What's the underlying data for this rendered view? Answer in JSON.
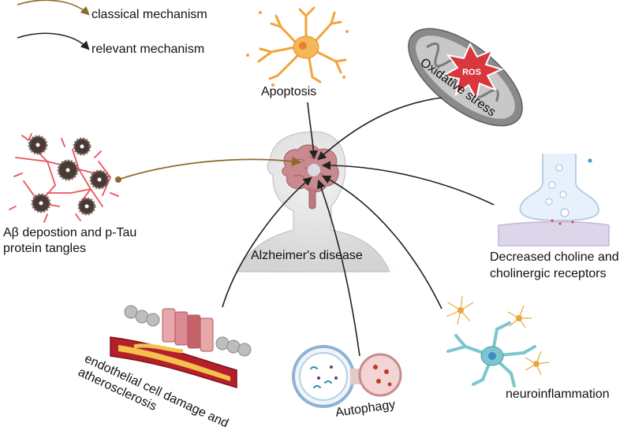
{
  "legend": {
    "classical": {
      "label": "classical mechanism",
      "color": "#8b6b2a"
    },
    "relevant": {
      "label": "relevant mechanism",
      "color": "#222222"
    }
  },
  "center": {
    "label": "Alzheimer's disease"
  },
  "nodes": {
    "apoptosis": {
      "label": "Apoptosis"
    },
    "oxidative": {
      "label": "Oxidative stress",
      "badge": "ROS"
    },
    "abeta": {
      "line1": "Aβ depostion and p-Tau",
      "line2": "protein tangles"
    },
    "choline": {
      "line1": "Decreased choline and",
      "line2": "cholinergic receptors"
    },
    "endothelial": {
      "line1": "endothelial cell damage and",
      "line2": "atherosclerosis"
    },
    "autophagy": {
      "label": "Autophagy"
    },
    "neuro": {
      "label": "neuroinflammation"
    }
  },
  "colors": {
    "neuron_orange": "#f2a33c",
    "glia_blue": "#7cc6cf",
    "mito_gray": "#8a8a8a",
    "ros_red": "#d9363e",
    "brain_pink": "#c98a8f",
    "head_gray": "#dcdcdc",
    "tangle_red": "#e8545a",
    "artery_red": "#b51f2a",
    "plaque_yellow": "#f2c14e"
  }
}
